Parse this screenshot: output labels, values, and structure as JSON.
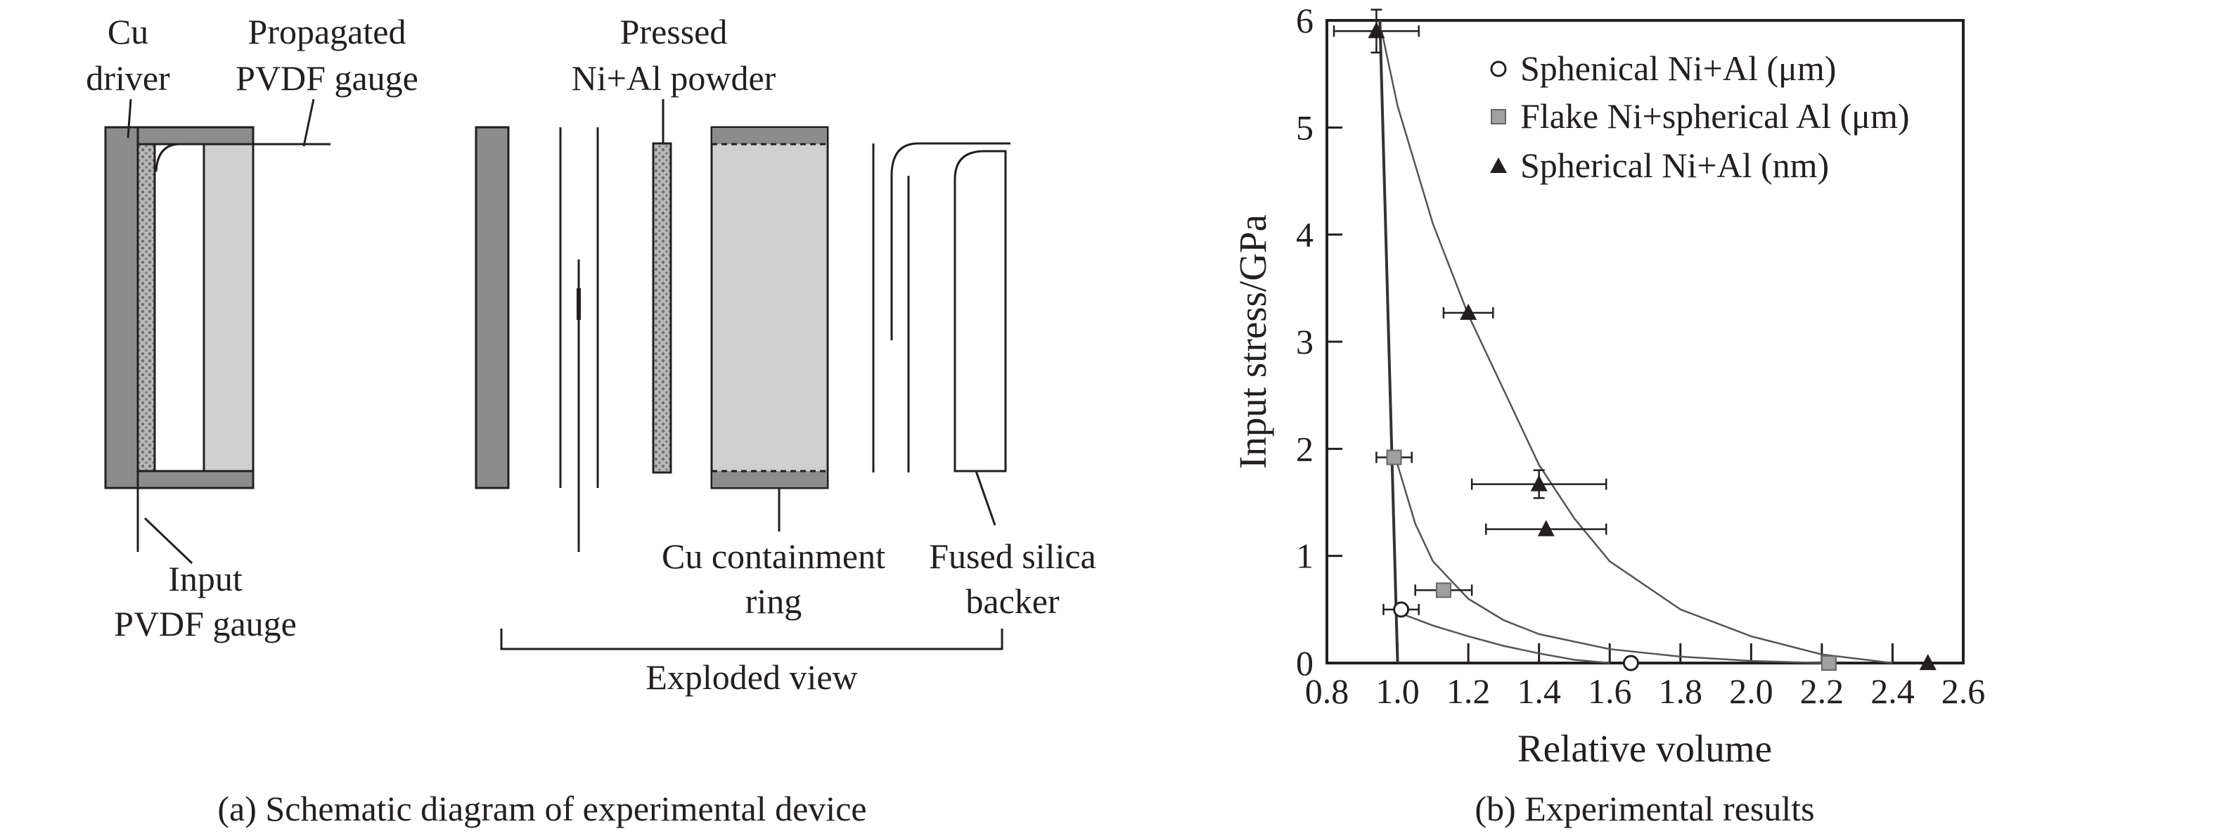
{
  "diagram": {
    "labels": {
      "cu_driver_1": "Cu",
      "cu_driver_2": "driver",
      "propagated_1": "Propagated",
      "propagated_2": "PVDF gauge",
      "input_1": "Input",
      "input_2": "PVDF gauge",
      "pressed_1": "Pressed",
      "pressed_2": "Ni+Al powder",
      "ring_1": "Cu containment",
      "ring_2": "ring",
      "backer_1": "Fused silica",
      "backer_2": "backer",
      "exploded": "Exploded view"
    },
    "caption": "(a) Schematic diagram of experimental device"
  },
  "chart_data": {
    "type": "scatter",
    "title": "",
    "caption": "(b) Experimental results",
    "xlabel": "Relative volume",
    "ylabel": "Input stress/GPa",
    "xlim": [
      0.8,
      2.6
    ],
    "ylim": [
      0,
      6
    ],
    "xticks": [
      "0.8",
      "1.0",
      "1.2",
      "1.4",
      "1.6",
      "1.8",
      "2.0",
      "2.2",
      "2.4",
      "2.6"
    ],
    "yticks": [
      "0",
      "1",
      "2",
      "3",
      "4",
      "5",
      "6"
    ],
    "grid": false,
    "legend_position": "top-right",
    "series": [
      {
        "name": "Sphenical Ni+Al (μm)",
        "marker": "circle",
        "points": [
          {
            "x": 1.01,
            "y": 0.5,
            "xerr": 0.05
          },
          {
            "x": 1.66,
            "y": 0
          }
        ],
        "curve": [
          [
            1.02,
            0.45
          ],
          [
            1.1,
            0.35
          ],
          [
            1.2,
            0.25
          ],
          [
            1.3,
            0.16
          ],
          [
            1.4,
            0.09
          ],
          [
            1.5,
            0.03
          ],
          [
            1.6,
            0
          ]
        ]
      },
      {
        "name": "Flake Ni+spherical Al (μm)",
        "marker": "square",
        "points": [
          {
            "x": 0.99,
            "y": 1.92,
            "xerr": 0.05
          },
          {
            "x": 1.13,
            "y": 0.68,
            "xerr": 0.08
          },
          {
            "x": 2.22,
            "y": 0
          }
        ],
        "curve": [
          [
            1.0,
            1.85
          ],
          [
            1.05,
            1.3
          ],
          [
            1.1,
            0.95
          ],
          [
            1.2,
            0.6
          ],
          [
            1.3,
            0.4
          ],
          [
            1.4,
            0.27
          ],
          [
            1.6,
            0.13
          ],
          [
            1.8,
            0.06
          ],
          [
            2.0,
            0.02
          ],
          [
            2.2,
            0
          ]
        ]
      },
      {
        "name": "Spherical Ni+Al (nm)",
        "marker": "triangle",
        "points": [
          {
            "x": 0.94,
            "y": 5.9,
            "xerr": 0.12,
            "yerr": 0.2
          },
          {
            "x": 1.2,
            "y": 3.27,
            "xerr": 0.07
          },
          {
            "x": 1.4,
            "y": 1.67,
            "xerr": 0.19,
            "yerr": 0.13
          },
          {
            "x": 1.42,
            "y": 1.25,
            "xerr": 0.17
          },
          {
            "x": 2.5,
            "y": 0
          }
        ],
        "curve": [
          [
            0.955,
            5.9
          ],
          [
            1.0,
            5.2
          ],
          [
            1.1,
            4.1
          ],
          [
            1.2,
            3.25
          ],
          [
            1.3,
            2.55
          ],
          [
            1.4,
            1.85
          ],
          [
            1.5,
            1.35
          ],
          [
            1.6,
            0.95
          ],
          [
            1.8,
            0.5
          ],
          [
            2.0,
            0.25
          ],
          [
            2.2,
            0.08
          ],
          [
            2.4,
            0
          ]
        ]
      }
    ],
    "steep_line": [
      [
        0.95,
        6.0
      ],
      [
        1.0,
        0
      ]
    ]
  }
}
